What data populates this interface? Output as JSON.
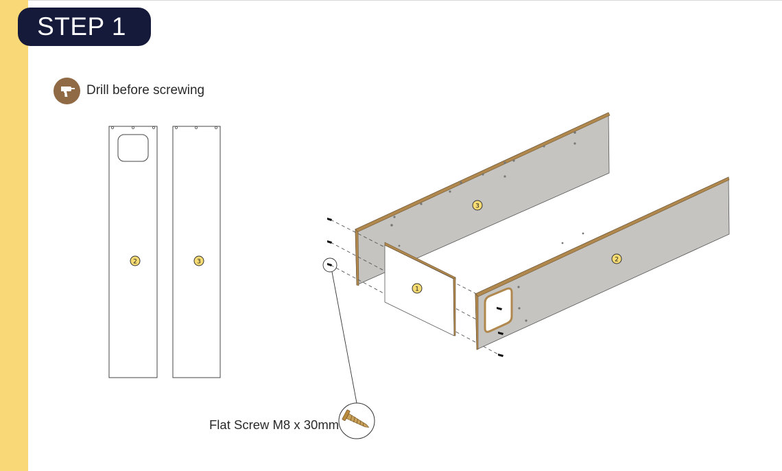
{
  "header": {
    "step_label": "STEP 1"
  },
  "note": {
    "text": "Drill before screwing",
    "icon": "drill-icon"
  },
  "panels": [
    {
      "id": "panel-2-flat",
      "number": "2"
    },
    {
      "id": "panel-3-flat",
      "number": "3"
    }
  ],
  "assembly": {
    "part_labels": [
      "1",
      "2",
      "3"
    ]
  },
  "hardware": {
    "label": "Flat Screw M8 x 30mm",
    "icon": "screw-icon"
  },
  "colors": {
    "accent_stripe": "#f9d877",
    "badge": "#161a3a",
    "drill_icon_bg": "#8f6a45",
    "panel_face": "#c5c4c0",
    "panel_edge": "#b0884e",
    "part_label_bg": "#f6db72"
  }
}
